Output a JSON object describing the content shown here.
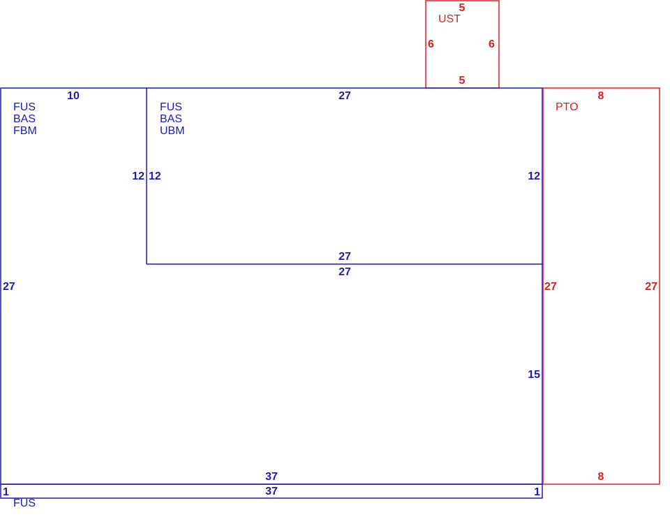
{
  "colors": {
    "interior": "#1a1ab8",
    "exterior": "#e02020"
  },
  "areas": {
    "fbm": {
      "labels": [
        "FUS",
        "BAS",
        "FBM"
      ],
      "dims": {
        "top": "10",
        "right": "12",
        "left": "27"
      }
    },
    "ubm": {
      "labels": [
        "FUS",
        "BAS",
        "UBM"
      ],
      "dims": {
        "top": "27",
        "left": "12",
        "right": "12",
        "bottom": "27"
      }
    },
    "lower": {
      "dims": {
        "top": "27",
        "right": "15",
        "bottom": "37"
      }
    },
    "strip": {
      "labels": [
        "FUS"
      ],
      "dims": {
        "top": "37",
        "left": "1",
        "right": "1"
      }
    },
    "ust": {
      "labels": [
        "UST"
      ],
      "dims": {
        "top": "5",
        "left": "6",
        "right": "6",
        "bottom": "5"
      }
    },
    "pto": {
      "labels": [
        "PTO"
      ],
      "dims": {
        "top": "8",
        "left": "27",
        "right": "27",
        "bottom": "8"
      }
    }
  }
}
